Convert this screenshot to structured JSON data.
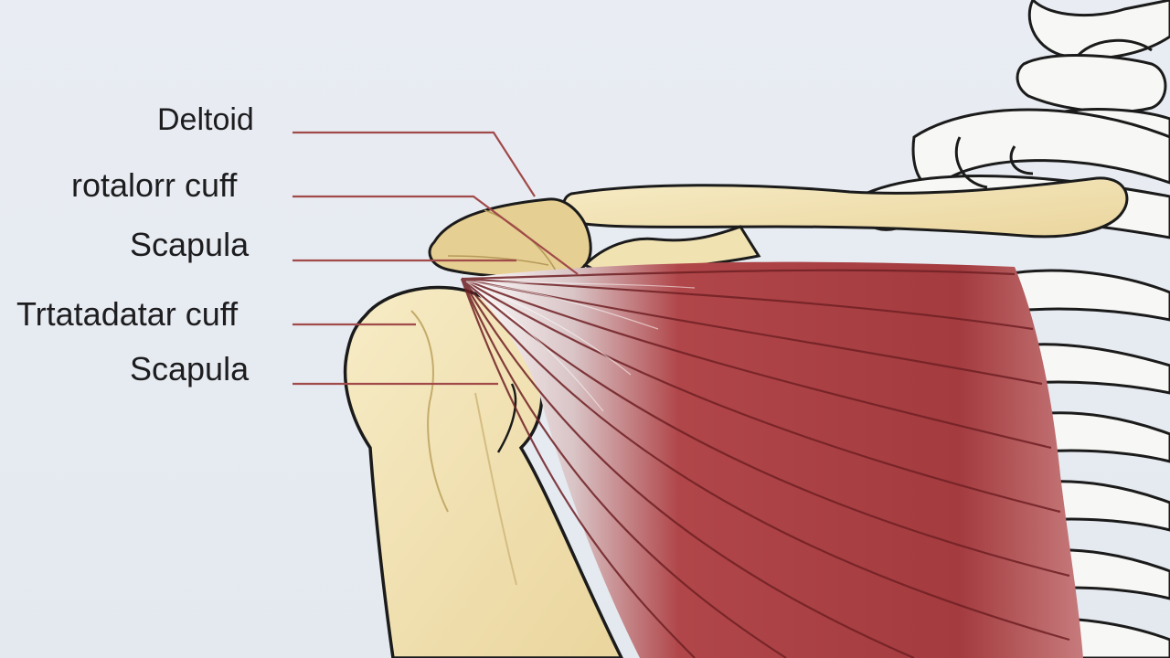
{
  "diagram": {
    "labels": [
      {
        "id": "deltoid",
        "text": "Deltoid"
      },
      {
        "id": "rotator-cuff",
        "text": "rotalorr cuff"
      },
      {
        "id": "scapula-upper",
        "text": "Scapula"
      },
      {
        "id": "tratadatar-cuff",
        "text": "Trtatadatar cuff"
      },
      {
        "id": "scapula-lower",
        "text": "Scapula"
      }
    ],
    "colors": {
      "background": "#e8ecf2",
      "bone": "#f4e6b8",
      "bone_shadow": "#e3cf95",
      "bone_outline": "#1b1b1b",
      "muscle": "#b2474a",
      "muscle_dark": "#8e2f33",
      "tendon": "#f3f3f6",
      "leader_line": "#a04a4a",
      "rib_white": "#f7f7f5"
    }
  }
}
